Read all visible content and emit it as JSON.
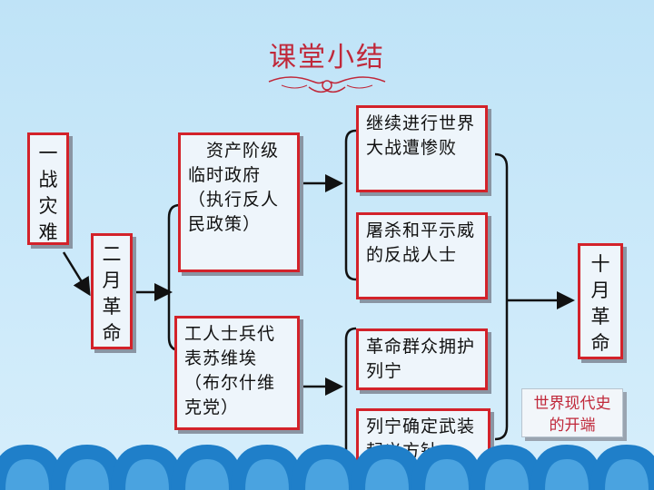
{
  "title": "课堂小结",
  "nodes": {
    "war_disaster": "一战灾难",
    "feb_revolution": "二月革命",
    "provisional_gov": "　资产阶级临时政府（执行反人民政策）",
    "soviet": "工人士兵代表苏维埃（布尔什维克党）",
    "war_defeat": "继续进行世界大战遭惨败",
    "massacre": "屠杀和平示威的反战人士",
    "support_lenin": "革命群众拥护列宁",
    "uprising": "列宁确定武装起义方针",
    "oct_revolution": "十月革命",
    "world_history": "世界现代史的开端"
  },
  "colors": {
    "accent": "#d3222a",
    "title": "#c0283a",
    "background": "#c8e7f8",
    "arch": "#1f7fc9"
  }
}
